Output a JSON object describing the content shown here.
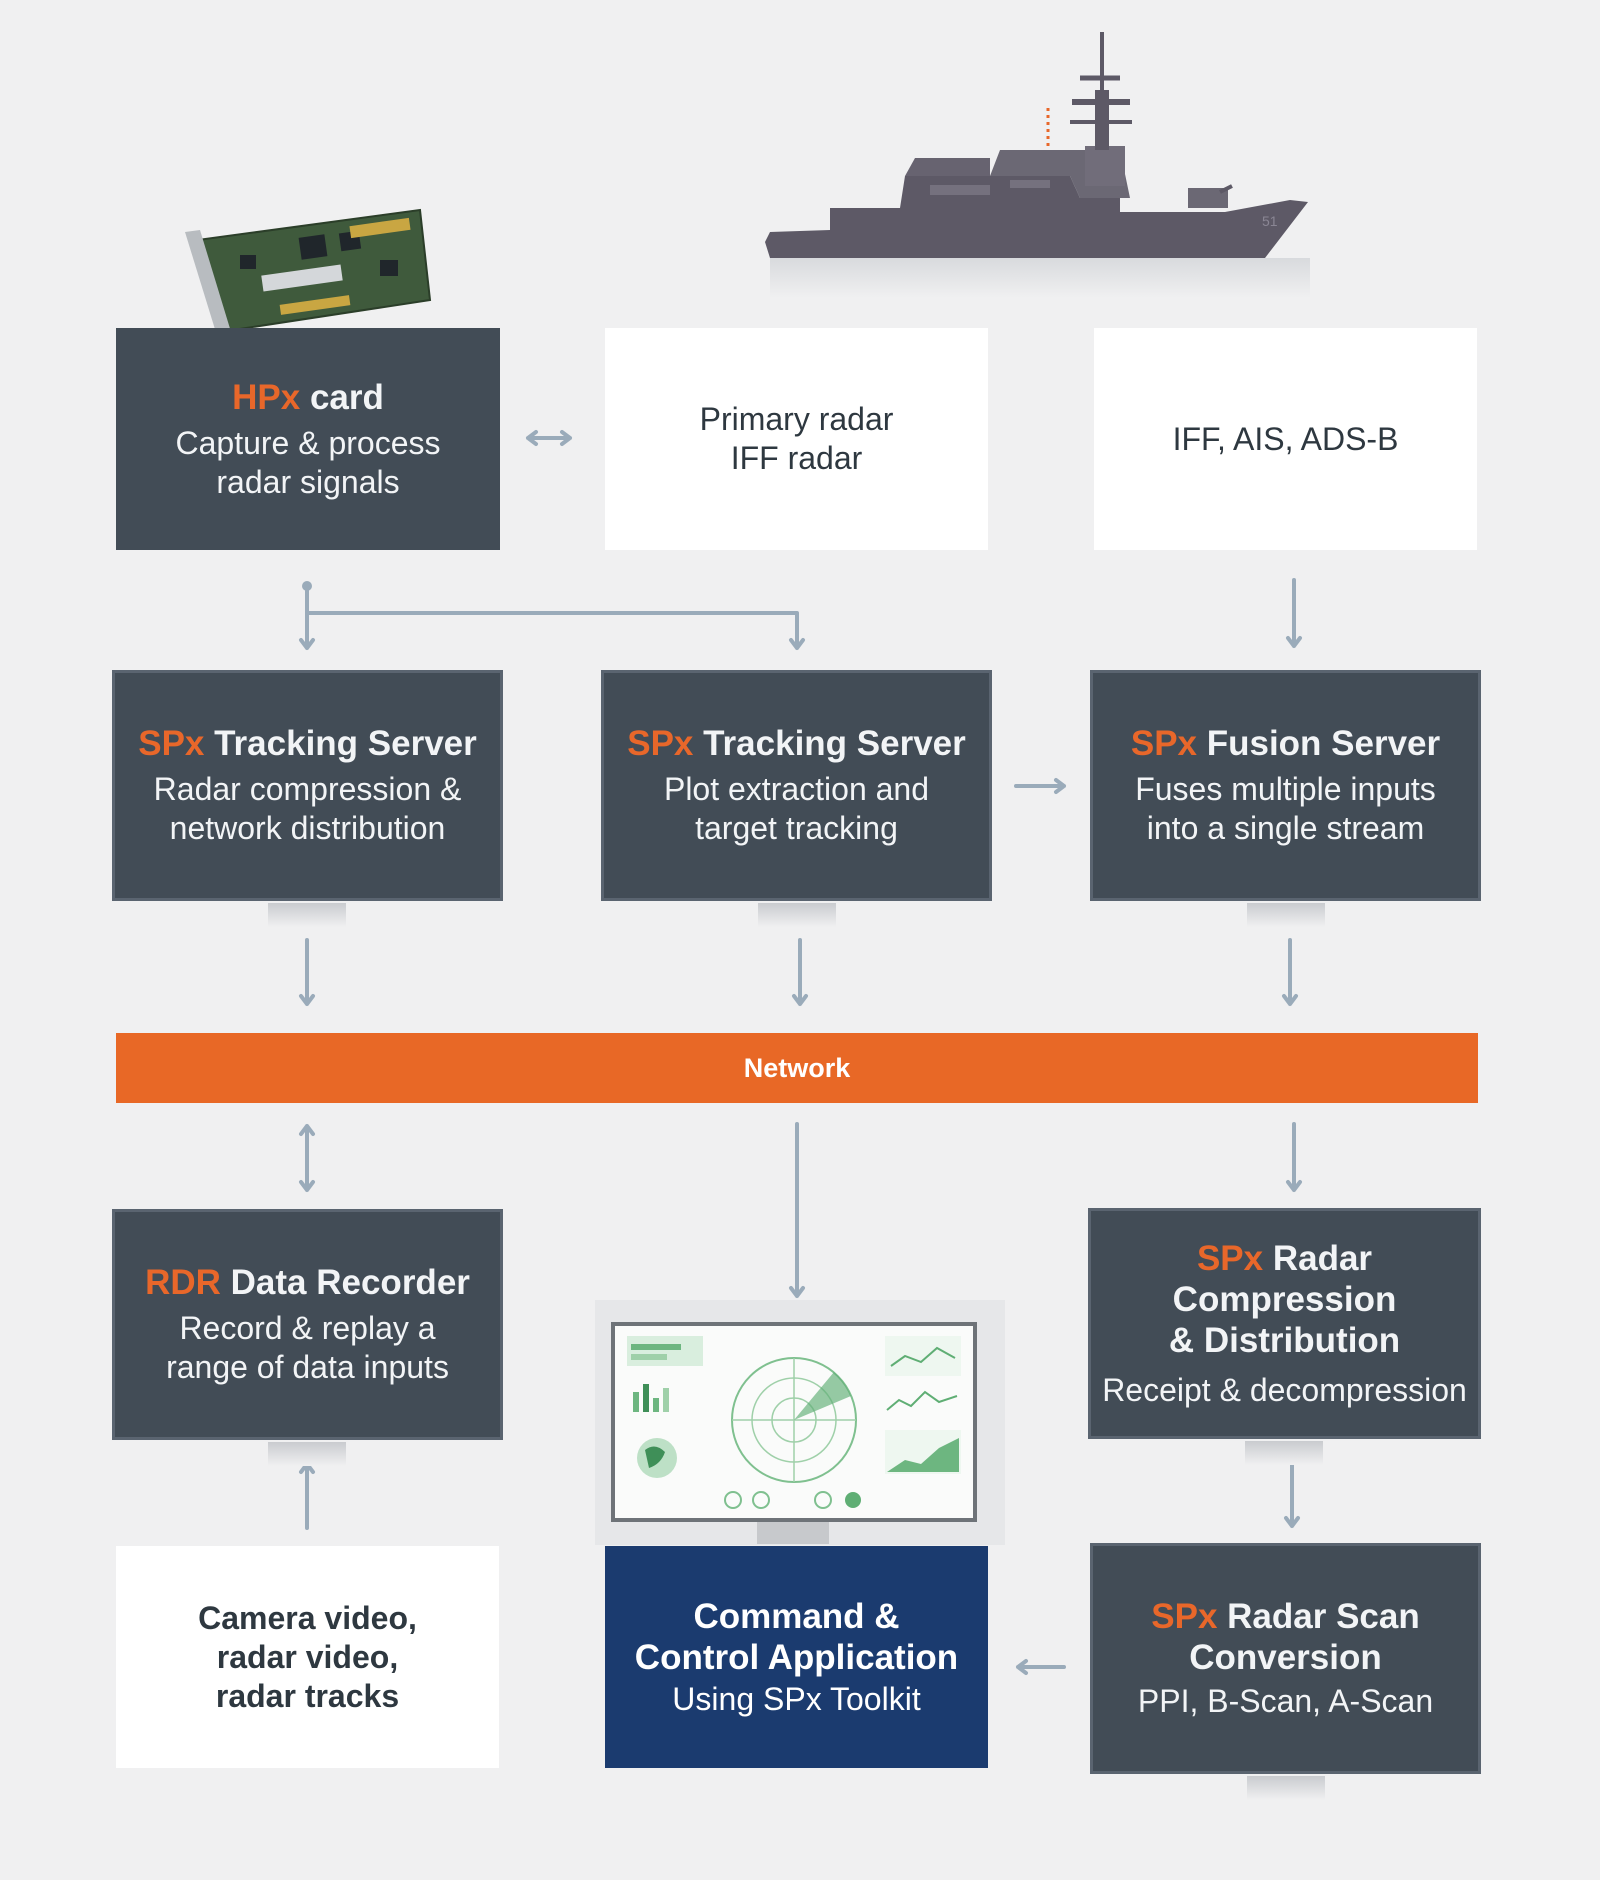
{
  "hpx": {
    "accent": "HPx",
    "title": "card",
    "line1": "Capture & process",
    "line2": "radar signals"
  },
  "radar_sources": {
    "line1": "Primary radar",
    "line2": "IFF radar"
  },
  "other_sources": {
    "line1": "IFF, AIS, ADS-B"
  },
  "tracking_server_1": {
    "accent": "SPx",
    "title": "Tracking Server",
    "line1": "Radar compression &",
    "line2": "network distribution"
  },
  "tracking_server_2": {
    "accent": "SPx",
    "title": "Tracking Server",
    "line1": "Plot extraction and",
    "line2": "target tracking"
  },
  "fusion_server": {
    "accent": "SPx",
    "title": "Fusion Server",
    "line1": "Fuses multiple inputs",
    "line2": "into a single stream"
  },
  "network": {
    "label": "Network"
  },
  "data_recorder": {
    "accent": "RDR",
    "title": "Data Recorder",
    "line1": "Record & replay a",
    "line2": "range of data inputs"
  },
  "compression": {
    "accent": "SPx",
    "title1": "Radar Compression",
    "title2": "& Distribution",
    "line1": "Receipt & decompression"
  },
  "camera_inputs": {
    "line1": "Camera video,",
    "line2": "radar video,",
    "line3": "radar tracks"
  },
  "c2_app": {
    "line1": "Command &",
    "line2": "Control Application",
    "line3": "Using SPx Toolkit"
  },
  "scan_conversion": {
    "accent": "SPx",
    "title1": "Radar Scan",
    "title2": "Conversion",
    "line1": "PPI, B-Scan, A-Scan"
  },
  "ship": {
    "hull_number": "51"
  },
  "colors": {
    "accent": "#e8672a",
    "dark_box": "#424c56",
    "navy_box": "#1b3b6f",
    "network": "#e86826",
    "arrow": "#9aabba"
  },
  "icons": [
    "ship-image",
    "hpx-card-image",
    "radar-display-image"
  ]
}
